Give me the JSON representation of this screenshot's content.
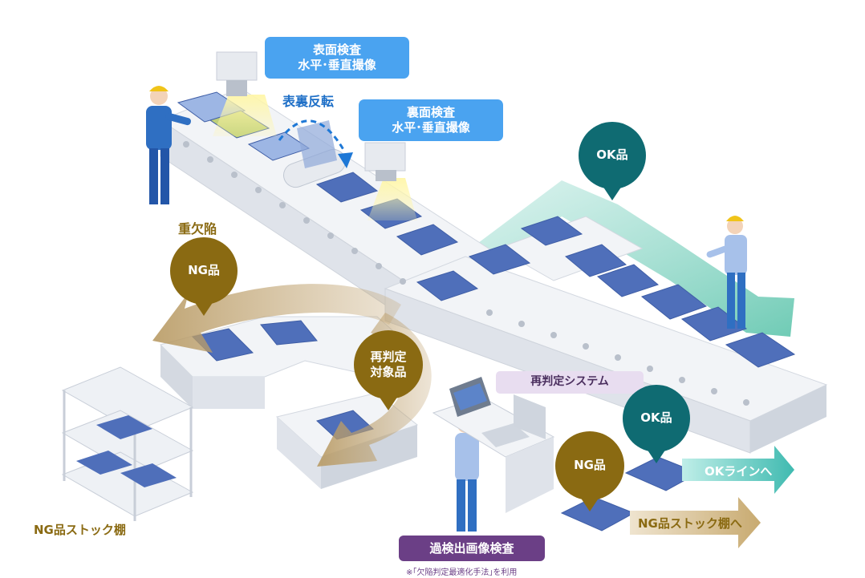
{
  "labels": {
    "surface_inspection": "表面検査\n水平･垂直撮像",
    "flip": "表裏反転",
    "back_inspection": "裏面検査\n水平･垂直撮像",
    "heavy_defect": "重欠陥",
    "ng_top": "NG品",
    "ok_top": "OK品",
    "recheck_target": "再判定\n対象品",
    "recheck_system": "再判定システム",
    "ok_bottom": "OK品",
    "ng_bottom": "NG品",
    "to_ok_line": "OKラインへ",
    "to_ng_stock": "NG品ストック棚へ",
    "ng_stock_shelf": "NG品ストック棚",
    "over_detection": "過検出画像検査",
    "footnote": "※｢欠陥判定最適化手法｣を利用"
  },
  "colors": {
    "ok_teal": "#0f6b72",
    "ng_gold": "#8a6a12",
    "blue_label": "#4aa3f0",
    "purple": "#6b3f86",
    "lavender": "#e8ddf0",
    "conveyor": "#eceff3",
    "panel_blue": "#4f6fba"
  }
}
